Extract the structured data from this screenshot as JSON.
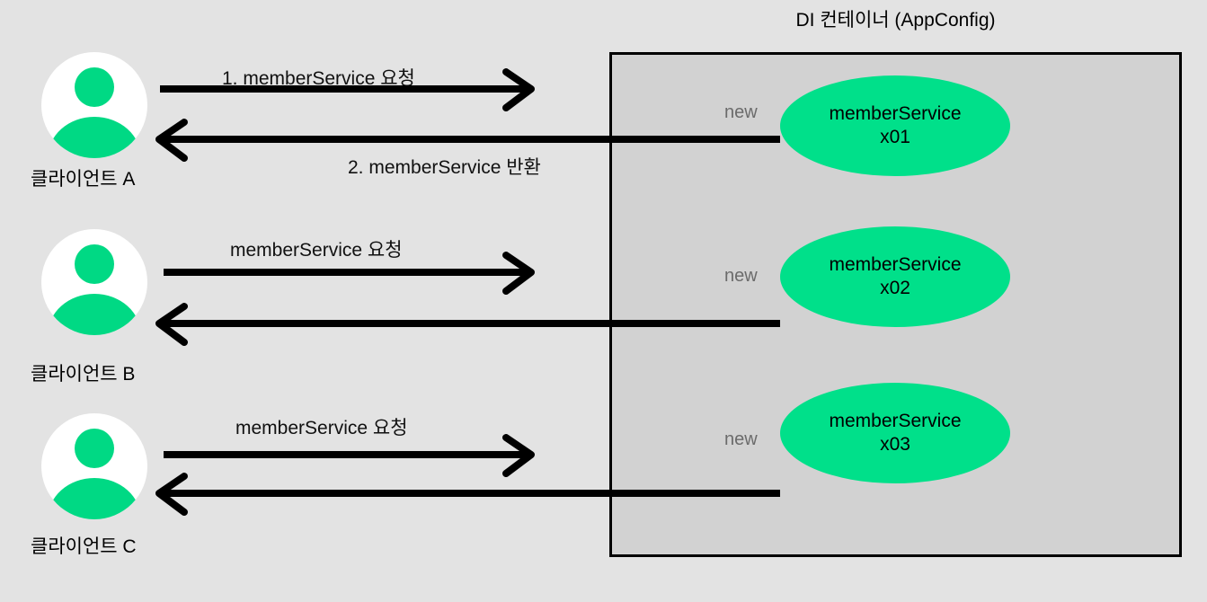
{
  "container": {
    "title": "DI 컨테이너 (AppConfig)",
    "fill_color": "#d2d2d2",
    "border_color": "#000000"
  },
  "page": {
    "background_color": "#e3e3e3",
    "accent_green": "#00e08a"
  },
  "beans": [
    {
      "new_label": "new",
      "name": "memberService",
      "instance": "x01"
    },
    {
      "new_label": "new",
      "name": "memberService",
      "instance": "x02"
    },
    {
      "new_label": "new",
      "name": "memberService",
      "instance": "x03"
    }
  ],
  "clients": [
    {
      "label": "클라이언트 A",
      "icon": "user-avatar-icon",
      "request_label": "1. memberService 요청",
      "response_label": "2. memberService 반환"
    },
    {
      "label": "클라이언트 B",
      "icon": "user-avatar-icon",
      "request_label": "memberService 요청",
      "response_label": ""
    },
    {
      "label": "클라이언트 C",
      "icon": "user-avatar-icon",
      "request_label": "memberService 요청",
      "response_label": ""
    }
  ]
}
